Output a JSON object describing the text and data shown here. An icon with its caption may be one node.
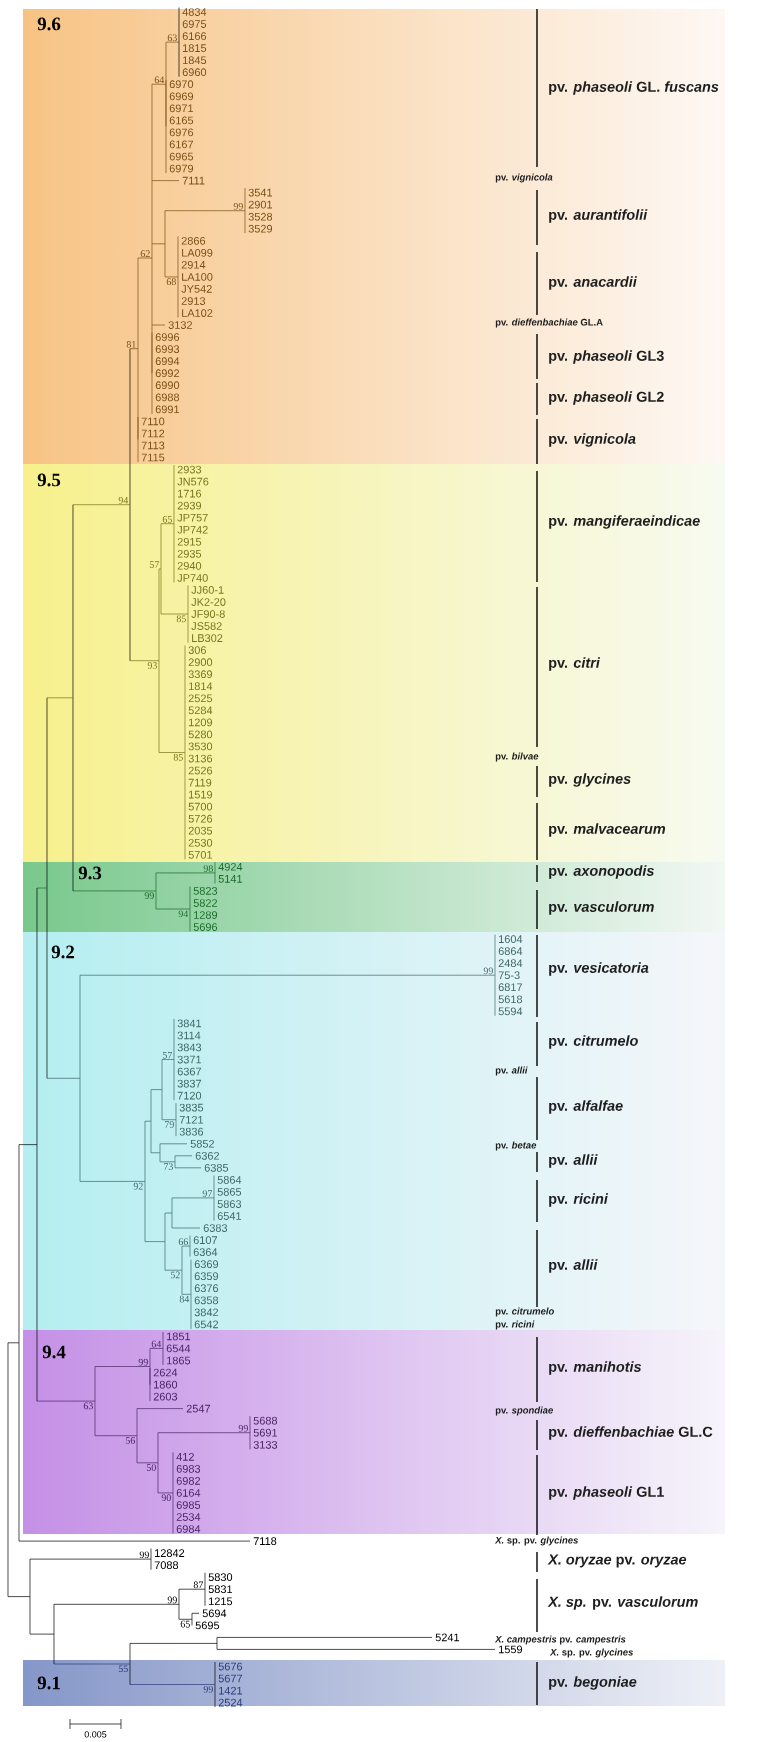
{
  "diagram": {
    "nodes": [
      {
        "text": [
          "9.6"
        ]
      },
      {
        "text": [
          "9.5"
        ]
      },
      {
        "text": [
          "9.3"
        ]
      },
      {
        "text": [
          "9.2"
        ]
      },
      {
        "text": [
          "9.4"
        ]
      },
      {
        "text": [
          "9.1"
        ]
      }
    ],
    "labels": [
      "4834",
      "6975",
      "6166",
      "1815",
      "1845",
      "6960",
      "6970",
      "6969",
      "6971",
      "6165",
      "6976",
      "6167",
      "6965",
      "6979",
      "7111",
      "3541",
      "2901",
      "3528",
      "3529",
      "2866",
      "LA099",
      "2914",
      "LA100",
      "JY542",
      "2913",
      "LA102",
      "3132",
      "6996",
      "6993",
      "6994",
      "6992",
      "6990",
      "6988",
      "6991",
      "7110",
      "7112",
      "7113",
      "7115",
      "2933",
      "JN576",
      "1716",
      "2939",
      "JP757",
      "JP742",
      "2915",
      "2935",
      "2940",
      "JP740",
      "JJ60-1",
      "JK2-20",
      "JF90-8",
      "JS582",
      "LB302",
      "306",
      "2900",
      "3369",
      "1814",
      "2525",
      "5284",
      "1209",
      "5280",
      "3530",
      "3136",
      "2526",
      "7119",
      "1519",
      "5700",
      "5726",
      "2035",
      "2530",
      "5701",
      "4924",
      "5141",
      "5823",
      "5822",
      "1289",
      "5696",
      "1604",
      "6864",
      "2484",
      "75-3",
      "6817",
      "5618",
      "5594",
      "3841",
      "3114",
      "3843",
      "3371",
      "6367",
      "3837",
      "7120",
      "3835",
      "7121",
      "3836",
      "5852",
      "6362",
      "6385",
      "5864",
      "5865",
      "5863",
      "6541",
      "6383",
      "6107",
      "6364",
      "6369",
      "6359",
      "6376",
      "6358",
      "3842",
      "6542",
      "1851",
      "6544",
      "1865",
      "2624",
      "1860",
      "2603",
      "2547",
      "5688",
      "5691",
      "3133",
      "412",
      "6983",
      "6982",
      "6164",
      "6985",
      "2534",
      "6984",
      "7118",
      "12842",
      "7088",
      "5830",
      "5831",
      "1215",
      "5694",
      "5695",
      "5241",
      "1559",
      "5676",
      "5677",
      "1421",
      "2524",
      "63",
      "64",
      "99",
      "62",
      "68",
      "81",
      "94",
      "65",
      "57",
      "85",
      "93",
      "85",
      "98",
      "99",
      "94",
      "99",
      "57",
      "79",
      "73",
      "92",
      "97",
      "66",
      "52",
      "84",
      "64",
      "99",
      "63",
      "56",
      "99",
      "50",
      "90",
      "99",
      "87",
      "99",
      "65",
      "55",
      "99",
      "pv. *phaseoli* GL. *fuscans*",
      "pv. *vignicola*",
      "pv. *aurantifolii*",
      "pv. *anacardii*",
      "pv. *dieffenbachiae* GL.A",
      "pv. *phaseoli* GL3",
      "pv. *phaseoli* GL2",
      "pv. *vignicola*",
      "pv. *mangiferaeindicae*",
      "pv. *citri*",
      "pv. *bilvae*",
      "pv. *glycines*",
      "pv. *malvacearum*",
      "pv. *axonopodis*",
      "pv. *vasculorum*",
      "pv. *vesicatoria*",
      "pv. *citrumelo*",
      "pv. *allii*",
      "pv. *alfalfae*",
      "pv. *betae*",
      "pv. *allii*",
      "pv. *ricini*",
      "pv. *allii*",
      "pv. *citrumelo*",
      "pv. *ricini*",
      "pv. *manihotis*",
      "pv. *spondiae*",
      "pv. *dieffenbachiae* GL.C",
      "pv. *phaseoli* GL1",
      "*X.* sp. pv. *glycines*",
      "*X. oryzae* pv. *oryzae*",
      "*X. sp.* pv. *vasculorum*",
      "*X. campestris* pv. *campestris*",
      "*X.* sp. pv. *glycines*",
      "pv. *begoniae*",
      "0.005"
    ]
  }
}
